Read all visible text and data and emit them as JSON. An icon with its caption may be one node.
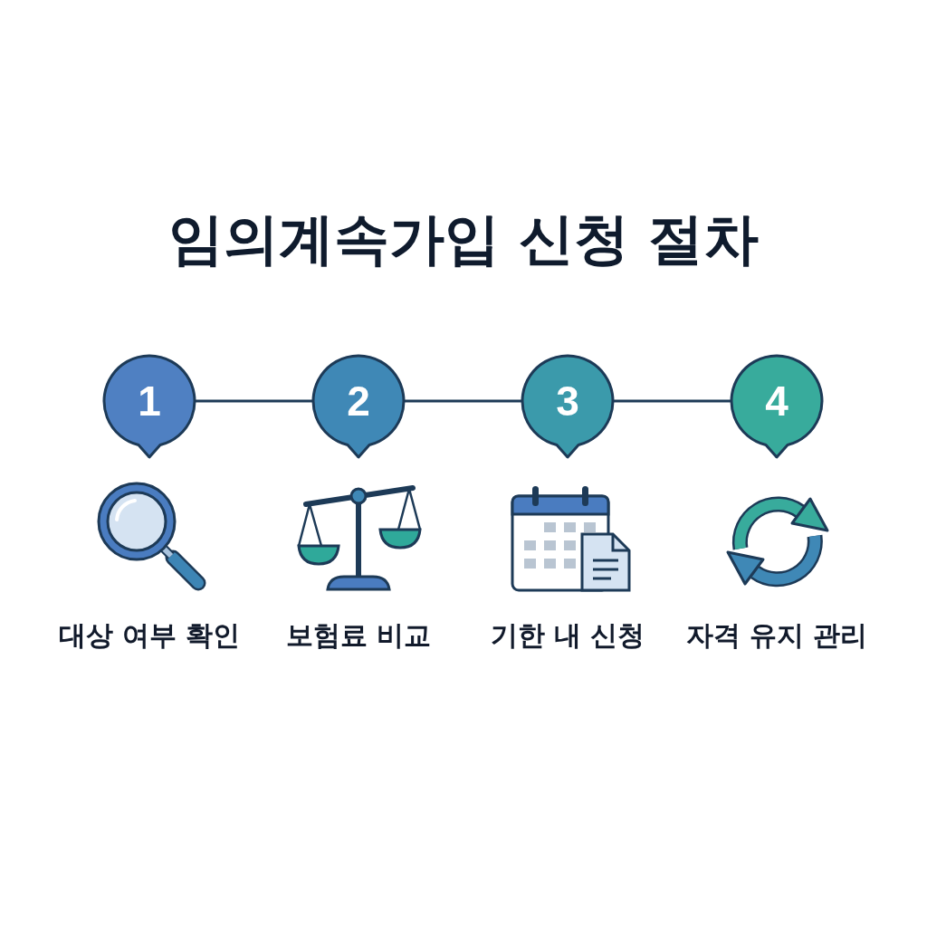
{
  "diagram": {
    "title": "임의계속가입 신청 절차",
    "nodes": [
      {
        "text": [
          "1"
        ]
      },
      {
        "text": [
          "2"
        ]
      },
      {
        "text": [
          "3"
        ]
      },
      {
        "text": [
          "4"
        ]
      }
    ],
    "edges": [
      {
        "from": 0,
        "to": 1,
        "arrow": "none"
      },
      {
        "from": 1,
        "to": 2,
        "arrow": "none"
      },
      {
        "from": 2,
        "to": 3,
        "arrow": "none"
      }
    ],
    "labels": [
      "대상 여부 확인",
      "보험료 비교",
      "기한 내 신청",
      "자격 유지 관리"
    ]
  }
}
